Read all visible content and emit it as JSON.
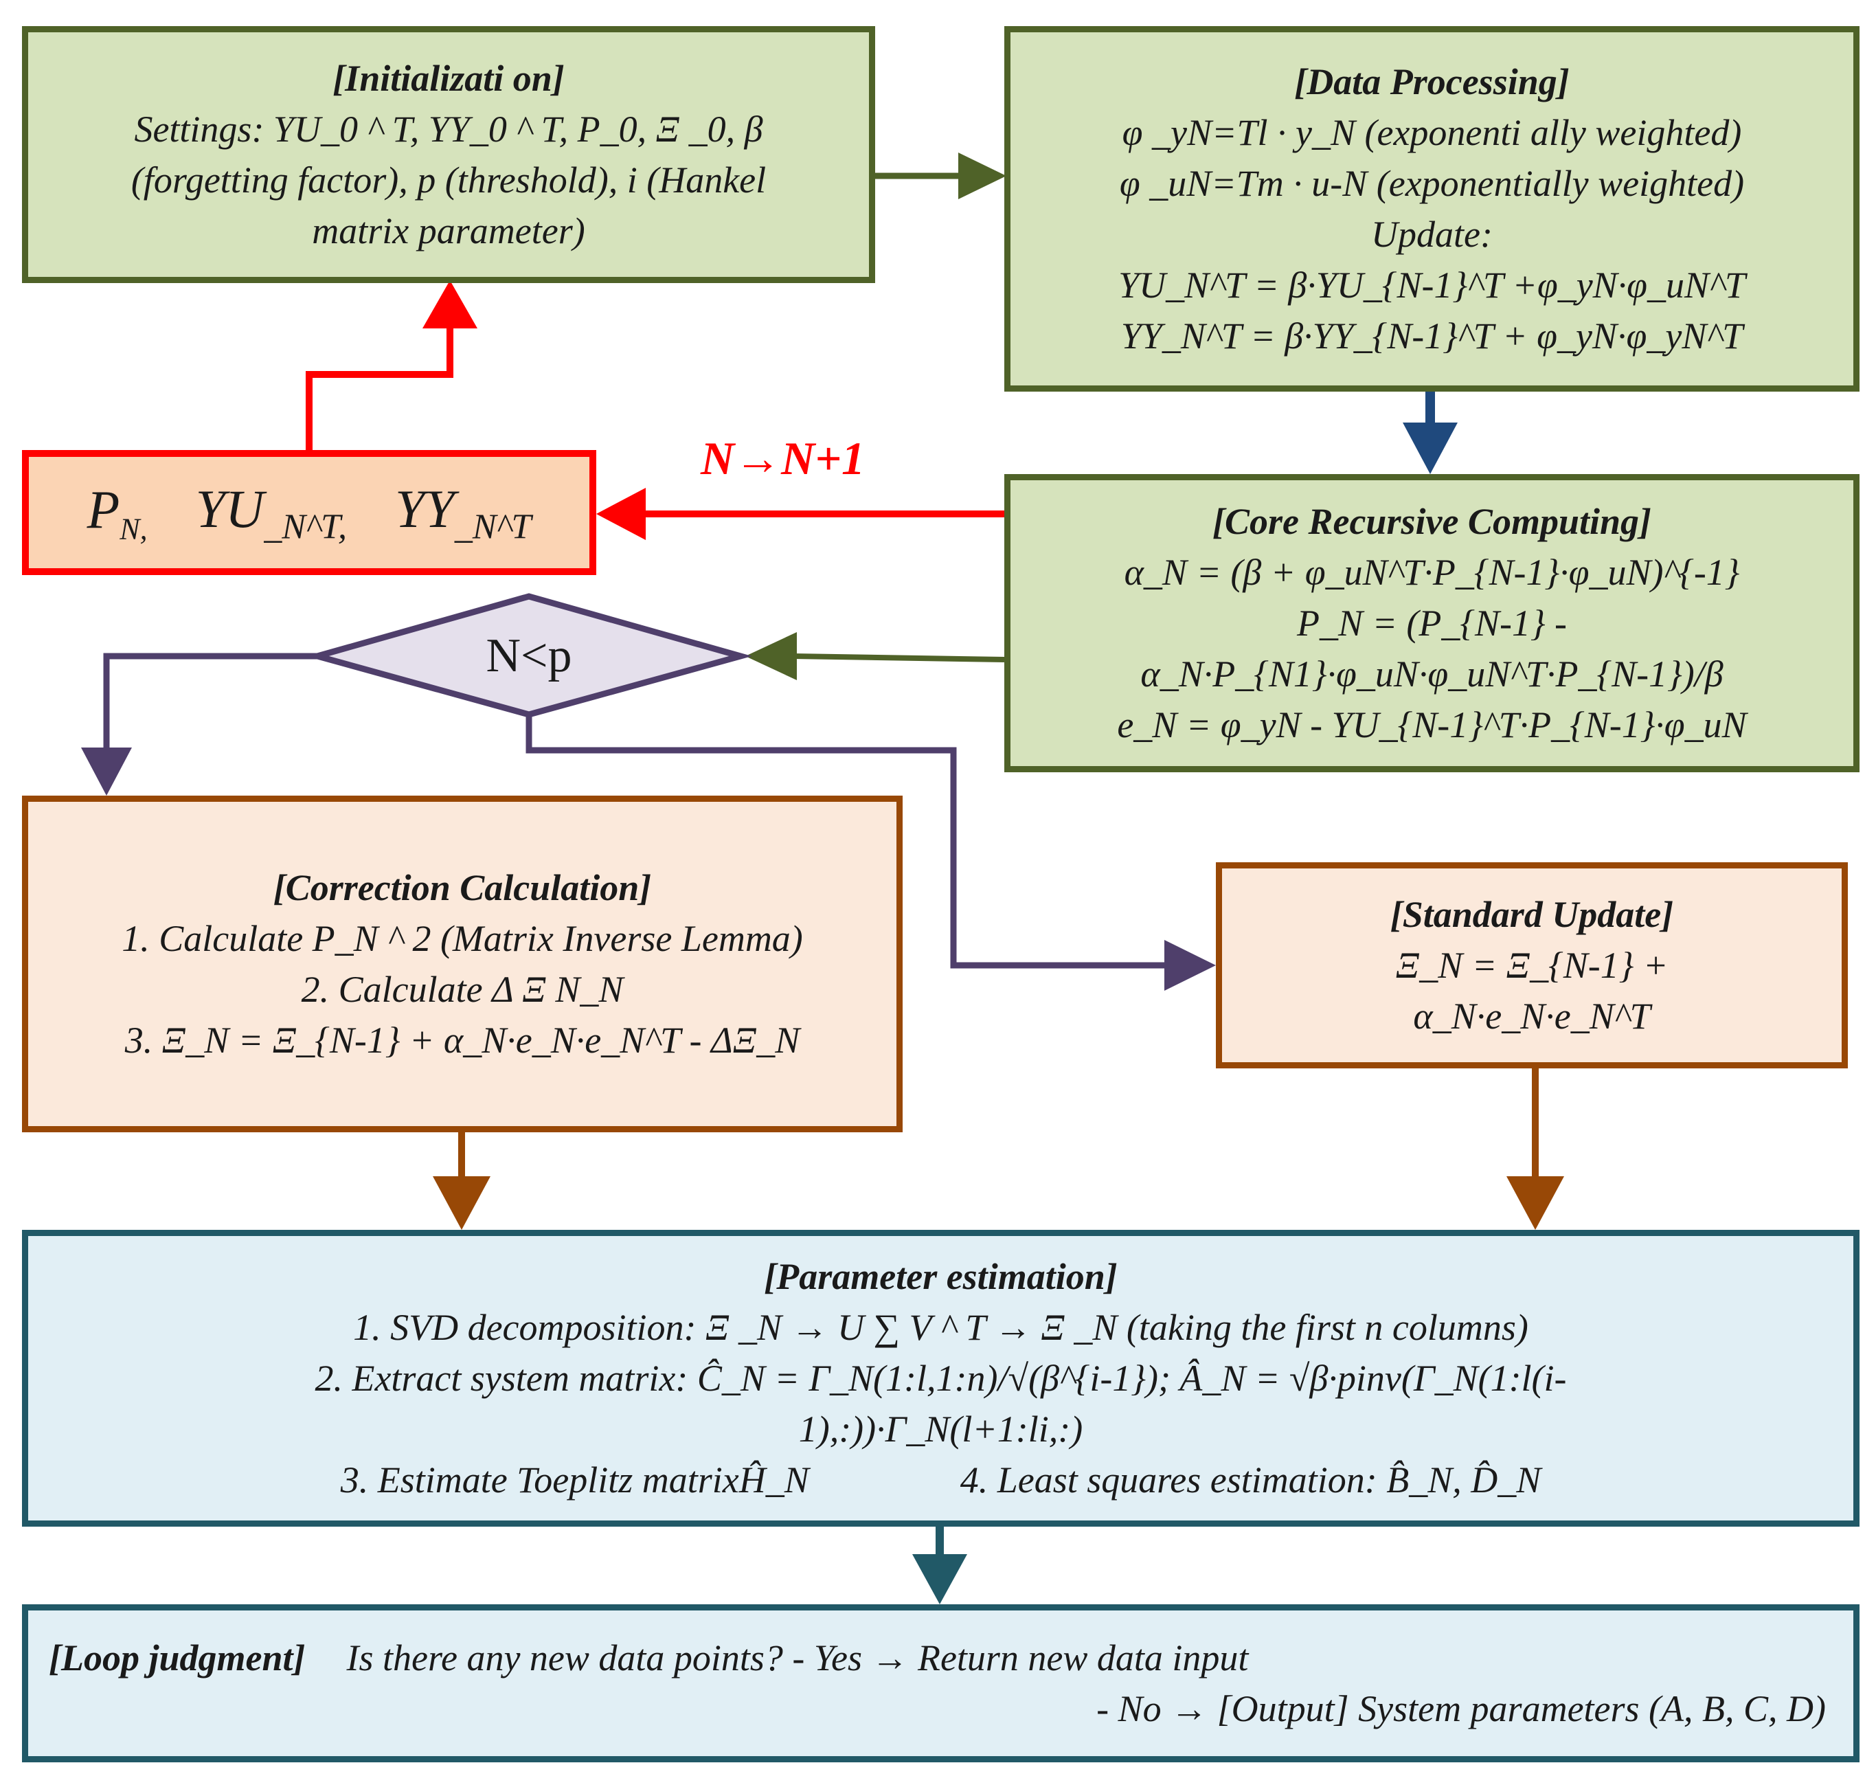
{
  "init": {
    "title": "[Initializati on]",
    "line1": "Settings: YU_0 ^ T, YY_0 ^ T, P_0, Ξ _0, β",
    "line2": "(forgetting factor), p (threshold), i (Hankel",
    "line3": "matrix parameter)"
  },
  "data_processing": {
    "title": "[Data Processing]",
    "lines": [
      "φ _yN=Tl · y_N (exponenti ally weighted)",
      "φ _uN=Tm · u-N (exponentially weighted)",
      "Update:",
      "YU_N^T = β·YU_{N-1}^T +φ_yN·φ_uN^T",
      "YY_N^T = β·YY_{N-1}^T + φ_yN·φ_yN^T"
    ]
  },
  "state_box": {
    "p_main": "P",
    "p_sub": "N,",
    "yu_main": "YU",
    "yu_sub": "_N^T,",
    "yy_main": "YY",
    "yy_sub": "_N^T"
  },
  "loop_label": "N→N+1",
  "core": {
    "title": "[Core Recursive Computing]",
    "lines": [
      "α_N = (β + φ_uN^T·P_{N-1}·φ_uN)^{-1}",
      "P_N = (P_{N-1} -",
      "α_N·P_{N1}·φ_uN·φ_uN^T·P_{N-1})/β",
      "e_N = φ_yN - YU_{N-1}^T·P_{N-1}·φ_uN"
    ]
  },
  "decision": {
    "label": "N<p"
  },
  "correction": {
    "title": "[Correction Calculation]",
    "lines": [
      "1. Calculate P_N ^ 2 (Matrix Inverse Lemma)",
      "2. Calculate Δ Ξ N_N",
      "3. Ξ_N = Ξ_{N-1} + α_N·e_N·e_N^T - ΔΞ_N"
    ]
  },
  "standard": {
    "title": "[Standard Update]",
    "lines": [
      "Ξ_N = Ξ_{N-1} +",
      "α_N·e_N·e_N^T"
    ]
  },
  "param": {
    "title": "[Parameter estimation]",
    "line1": "1. SVD decomposition: Ξ _N → U ∑ V ^ T → Ξ _N (taking the first n columns)",
    "line2": "2. Extract system matrix: Ĉ_N = Γ_N(1:l,1:n)/√(β^{i-1}); Â_N = √β·pinv(Γ_N(1:l(i-",
    "line3": "1),:))·Γ_N(l+1:li,:)",
    "line4a": "3. Estimate Toeplitz matrixĤ_N",
    "line4b": "4. Least squares estimation: B̂_N, D̂_N"
  },
  "loop": {
    "title": "[Loop judgment]",
    "line1": "Is there any new data points? - Yes → Return new data input",
    "line2": "- No → [Output] System parameters (A, B, C, D)"
  },
  "colors": {
    "green_fill": "#d6e3bc",
    "green_border": "#4f6228",
    "peach_fill": "#fbe9db",
    "brown_border": "#984806",
    "pn_fill": "#fbd4b4",
    "red": "#ff0000",
    "navy_arrow": "#1f497d",
    "purple": "#4f3f6b",
    "diamond_fill": "#e5e0ec",
    "blue_fill": "#e1eff5",
    "teal_border": "#215967"
  }
}
